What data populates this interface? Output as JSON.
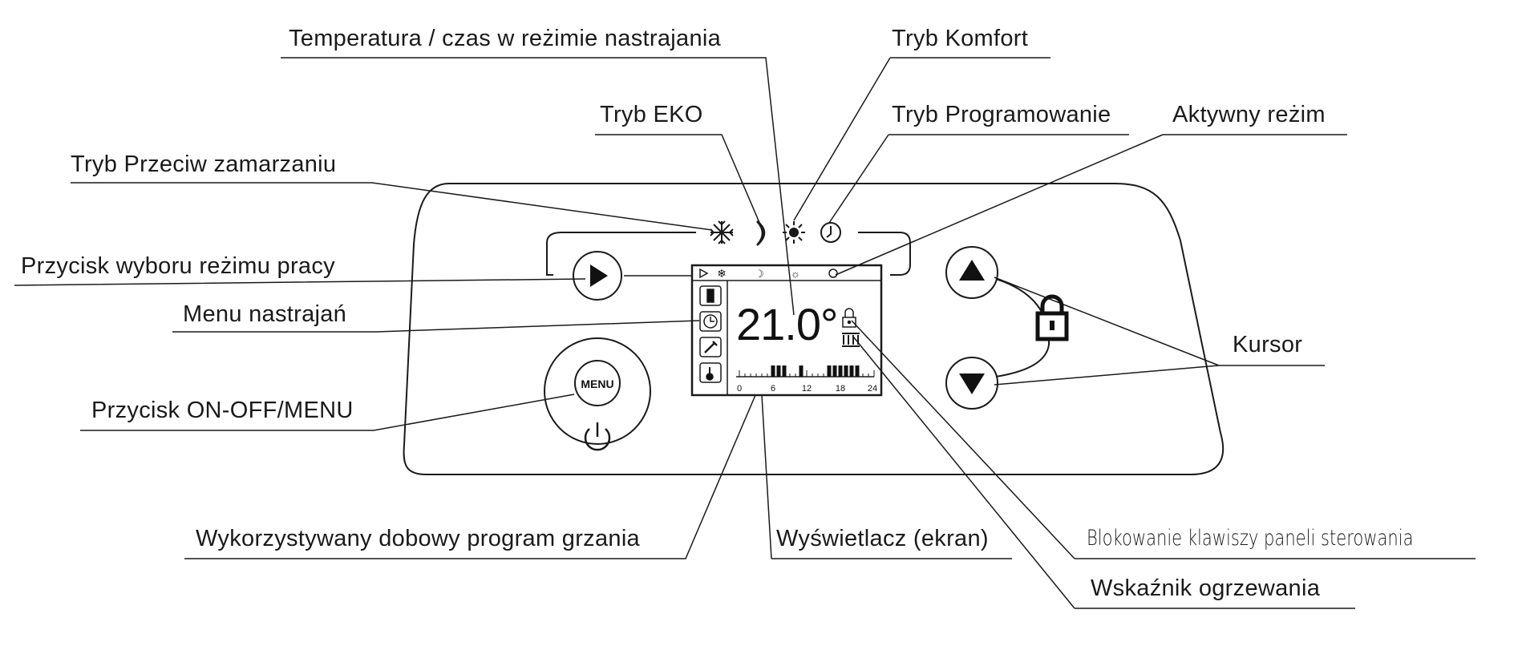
{
  "labels": {
    "temp_time": "Temperatura / czas w reżimie nastrajania",
    "komfort": "Tryb Komfort",
    "eko": "Tryb EKO",
    "programowanie": "Tryb Programowanie",
    "aktywny": "Aktywny reżim",
    "przeciw": "Tryb Przeciw zamarzaniu",
    "wybor": "Przycisk wyboru reżimu pracy",
    "menu_nastrajan": "Menu nastrajań",
    "kursor": "Kursor",
    "onoff": "Przycisk ON-OFF/MENU",
    "dobowy": "Wykorzystywany dobowy program grzania",
    "wyswietlacz": "Wyświetlacz (ekran)",
    "blokowanie": "Blokowanie klawiszy paneli sterowania",
    "wskaznik": "Wskaźnik ogrzewania"
  },
  "display": {
    "temperature": "21.0°",
    "timeline_ticks": [
      "0",
      "6",
      "12",
      "18",
      "24"
    ]
  },
  "buttons": {
    "menu_label": "MENU"
  },
  "icons": [
    "snowflake-icon",
    "moon-icon",
    "sun-icon",
    "clock-icon",
    "play-icon",
    "power-icon",
    "lock-icon",
    "arrow-up-icon",
    "arrow-down-icon",
    "door-icon",
    "wrench-icon",
    "thermometer-icon",
    "radiator-icon"
  ],
  "colors": {
    "line": "#1a1a1a",
    "background": "#ffffff"
  }
}
